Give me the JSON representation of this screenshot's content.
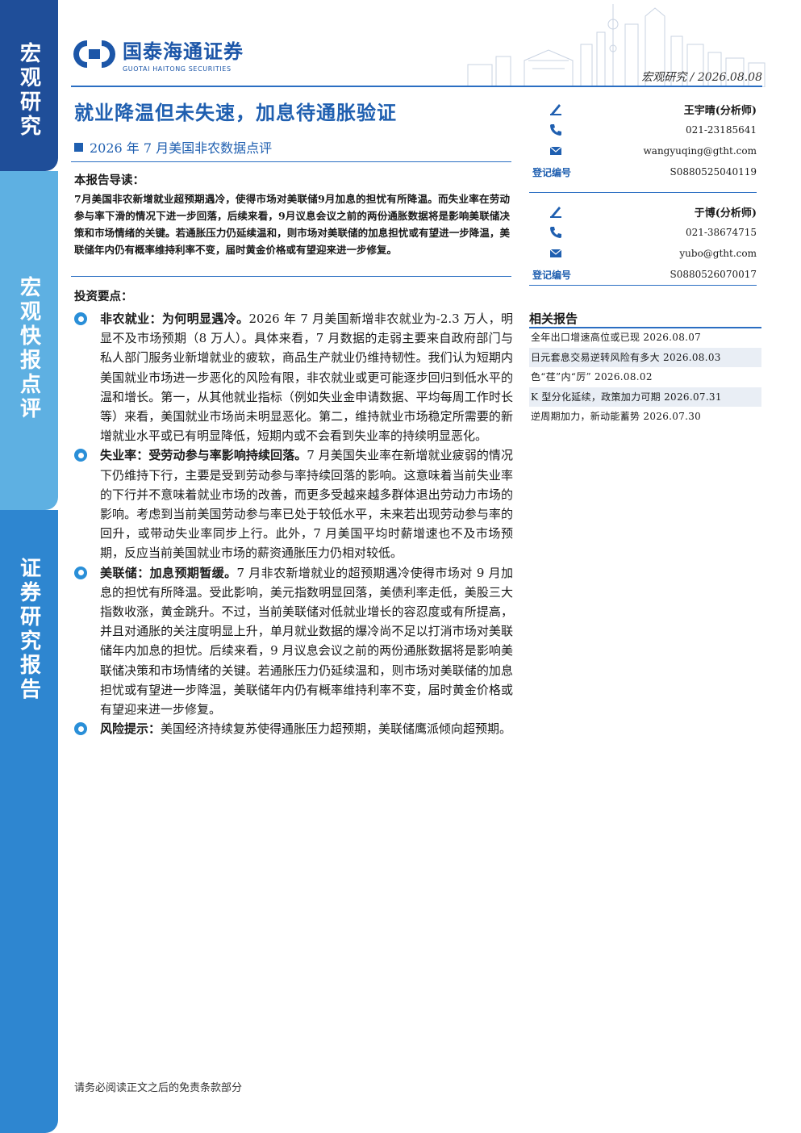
{
  "side_tabs": [
    "宏观研究",
    "宏观快报点评",
    "证券研究报告"
  ],
  "logo": {
    "cn": "国泰海通证券",
    "en": "GUOTAI HAITONG SECURITIES"
  },
  "header": {
    "category": "宏观研究",
    "separator": "/",
    "date": "2026.08.08"
  },
  "title": "就业降温但未失速，加息待通胀验证",
  "subtitle": "2026 年 7 月美国非农数据点评",
  "guide": {
    "heading": "本报告导读：",
    "body": "7月美国非农新增就业超预期遇冷，使得市场对美联储9月加息的担忧有所降温。而失业率在劳动参与率下滑的情况下进一步回落，后续来看，9月议息会议之前的两份通胀数据将是影响美联储决策和市场情绪的关键。若通胀压力仍延续温和，则市场对美联储的加息担忧或有望进一步降温，美联储年内仍有概率维持利率不变，届时黄金价格或有望迎来进一步修复。"
  },
  "points": {
    "heading": "投资要点：",
    "items": [
      {
        "lead": "非农就业：为何明显遇冷。",
        "text": "2026 年 7 月美国新增非农就业为-2.3 万人，明显不及市场预期（8 万人）。具体来看，7 月数据的走弱主要来自政府部门与私人部门服务业新增就业的疲软，商品生产就业仍维持韧性。我们认为短期内美国就业市场进一步恶化的风险有限，非农就业或更可能逐步回归到低水平的温和增长。第一，从其他就业指标（例如失业金申请数据、平均每周工作时长等）来看，美国就业市场尚未明显恶化。第二，维持就业市场稳定所需要的新增就业水平或已有明显降低，短期内或不会看到失业率的持续明显恶化。"
      },
      {
        "lead": "失业率：受劳动参与率影响持续回落。",
        "text": "7 月美国失业率在新增就业疲弱的情况下仍维持下行，主要是受到劳动参与率持续回落的影响。这意味着当前失业率的下行并不意味着就业市场的改善，而更多受越来越多群体退出劳动力市场的影响。考虑到当前美国劳动参与率已处于较低水平，未来若出现劳动参与率的回升，或带动失业率同步上行。此外，7 月美国平均时薪增速也不及市场预期，反应当前美国就业市场的薪资通胀压力仍相对较低。"
      },
      {
        "lead": "美联储：加息预期暂缓。",
        "text": "7 月非农新增就业的超预期遇冷使得市场对 9 月加息的担忧有所降温。受此影响，美元指数明显回落，美债利率走低，美股三大指数收涨，黄金跳升。不过，当前美联储对低就业增长的容忍度或有所提高，并且对通胀的关注度明显上升，单月就业数据的爆冷尚不足以打消市场对美联储年内加息的担忧。后续来看，9 月议息会议之前的两份通胀数据将是影响美联储决策和市场情绪的关键。若通胀压力仍延续温和，则市场对美联储的加息担忧或有望进一步降温，美联储年内仍有概率维持利率不变，届时黄金价格或有望迎来进一步修复。"
      },
      {
        "lead": "风险提示：",
        "text": "美国经济持续复苏使得通胀压力超预期，美联储鹰派倾向超预期。"
      }
    ]
  },
  "analysts": [
    {
      "name": "王宇晴(分析师)",
      "phone": "021-23185641",
      "email": "wangyuqing@gtht.com",
      "reg_label": "登记编号",
      "reg_no": "S0880525040119"
    },
    {
      "name": "于博(分析师)",
      "phone": "021-38674715",
      "email": "yubo@gtht.com",
      "reg_label": "登记编号",
      "reg_no": "S0880526070017"
    }
  ],
  "related": {
    "heading": "相关报告",
    "items": [
      "全年出口增速高位或已现 2026.08.07",
      "日元套息交易逆转风险有多大 2026.08.03",
      "色“荏”内“厉” 2026.08.02",
      "K 型分化延续，政策加力可期 2026.07.31",
      "逆周期加力，新动能蓄势 2026.07.30"
    ]
  },
  "footer": "请务必阅读正文之后的免责条款部分",
  "colors": {
    "brand_blue": "#1f5fb0",
    "tab_dark": "#1f4e99",
    "tab_light": "#5eb0e2",
    "tab_mid": "#2e86d0"
  }
}
